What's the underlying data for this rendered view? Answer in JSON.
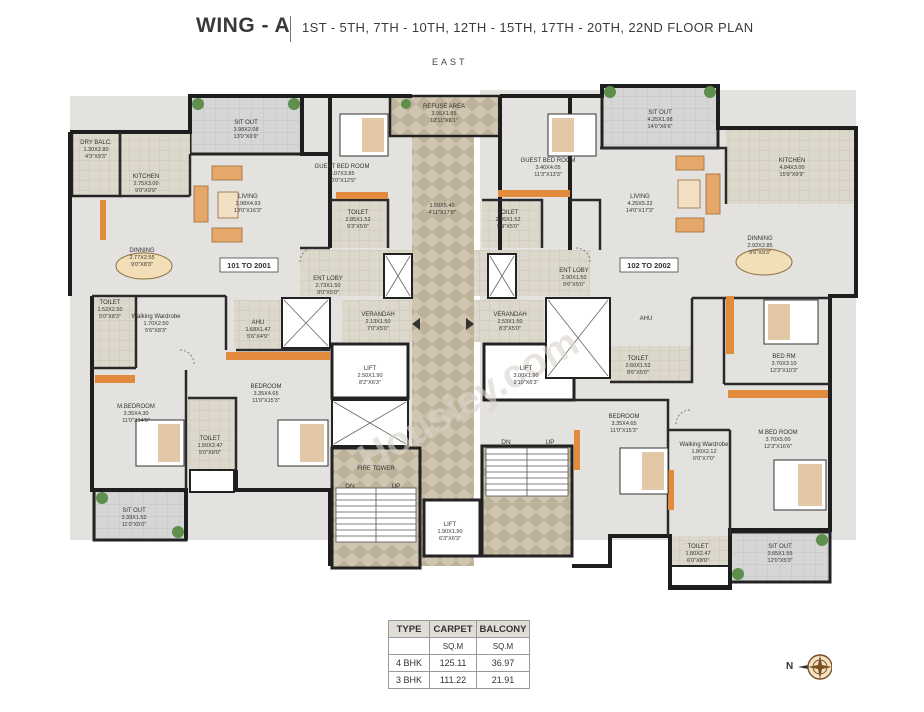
{
  "header": {
    "title": "WING - A",
    "subtitle": "1ST - 5TH, 7TH - 10TH, 12TH - 15TH, 17TH - 20TH, 22ND FLOOR PLAN"
  },
  "orientation": {
    "east_label": "EAST",
    "north_label": "N"
  },
  "watermark": "Housiey.com",
  "unit_tags": {
    "left": "101 TO 2001",
    "right": "102 TO 2002"
  },
  "rooms": {
    "sit_out_tl": {
      "name": "SIT OUT",
      "size": "3.98X2.08",
      "imperial": "13'0\"X6'9\""
    },
    "dry_balc": {
      "name": "DRY BALC.",
      "size": "1.30X2.80",
      "imperial": "4'3\"X9'3\""
    },
    "kitchen_l": {
      "name": "KITCHEN",
      "size": "2.75X3.00",
      "imperial": "9'0\"X9'9\""
    },
    "living_l": {
      "name": "LIVING",
      "size": "3.98X4.93",
      "imperial": "13'0\"X16'3\""
    },
    "guest_l": {
      "name": "GUEST BED ROOM",
      "size": "3.07X3.85",
      "imperial": "10'0\"X12'9\""
    },
    "toilet_gl": {
      "name": "TOILET",
      "size": "2.85X1.52",
      "imperial": "9'3\"X5'0\""
    },
    "refuse": {
      "name": "REFUSE AREA",
      "size": "3.95X1.85",
      "imperial": "12'11\"X6'1\""
    },
    "duct": {
      "name": "",
      "size": "1.50X5.40",
      "imperial": "4'11\"X17'8\""
    },
    "guest_r": {
      "name": "GUEST BED ROOM",
      "size": "3.40X4.05",
      "imperial": "11'3\"X13'3\""
    },
    "toilet_gr": {
      "name": "TOILET",
      "size": "2.95X1.52",
      "imperial": "9'9\"X5'0\""
    },
    "sit_out_tr": {
      "name": "SIT OUT",
      "size": "4.25X1.98",
      "imperial": "14'0\"X6'6\""
    },
    "living_r": {
      "name": "LIVING",
      "size": "4.25X5.22",
      "imperial": "14'0\"X17'3\""
    },
    "kitchen_r": {
      "name": "KITCHEN",
      "size": "4.84X3.00",
      "imperial": "15'9\"X9'9\""
    },
    "dining_l": {
      "name": "DINNING",
      "size": "2.77X2.55",
      "imperial": "9'0\"X8'3\""
    },
    "dining_r": {
      "name": "DINNING",
      "size": "2.92X2.85",
      "imperial": "9'6\"X9'3\""
    },
    "ent_l": {
      "name": "ENT LOBY",
      "size": "2.73X1.50",
      "imperial": "9'0\"X5'0\""
    },
    "ent_r": {
      "name": "ENT LOBY",
      "size": "2.90X1.50",
      "imperial": "9'6\"X5'0\""
    },
    "toilet_wl": {
      "name": "TOILET",
      "size": "1.52X2.50",
      "imperial": "5'0\"X8'3\""
    },
    "walking_l": {
      "name": "Walking Wardrobe",
      "size": "1.70X2.50",
      "imperial": "5'6\"X8'3\""
    },
    "ahu": {
      "name": "AHU",
      "size": "1.68X1.47",
      "imperial": "5'6\"X4'9\""
    },
    "verandah_l": {
      "name": "VERANDAH",
      "size": "2.13X1.50",
      "imperial": "7'0\"X5'0\""
    },
    "verandah_r": {
      "name": "VERANDAH",
      "size": "2.53X1.50",
      "imperial": "8'3\"X5'0\""
    },
    "lift_1": {
      "name": "LIFT",
      "size": "2.50X1.90",
      "imperial": "8'2\"X6'3\""
    },
    "lift_2": {
      "name": "LIFT",
      "size": "3.00X1.90",
      "imperial": "9'10\"X6'3\""
    },
    "lift_3": {
      "name": "LIFT",
      "size": "1.90X1.90",
      "imperial": "6'3\"X6'3\""
    },
    "ahu_r": {
      "name": "AHU",
      "size": "",
      "imperial": ""
    },
    "toilet_cr": {
      "name": "TOILET",
      "size": "2.60X1.52",
      "imperial": "8'6\"X5'0\""
    },
    "bed_rm": {
      "name": "BED RM",
      "size": "3.70X3.10",
      "imperial": "12'3\"X10'3\""
    },
    "mbed_l": {
      "name": "M.BEDROOM",
      "size": "3.35X4.30",
      "imperial": "11'0\"X14'0\""
    },
    "bed_l": {
      "name": "BEDROOM",
      "size": "3.35X4.65",
      "imperial": "11'0\"X15'3\""
    },
    "toilet_bl": {
      "name": "TOILET",
      "size": "1.50X2.47",
      "imperial": "5'0\"X8'0\""
    },
    "fire": {
      "name": "FIRE TOWER",
      "size": "",
      "imperial": ""
    },
    "bed_r": {
      "name": "BEDROOM",
      "size": "3.35X4.65",
      "imperial": "11'0\"X15'3\""
    },
    "walking_r": {
      "name": "Walking Wardrobe",
      "size": "1.80X2.12",
      "imperial": "6'0\"X7'0\""
    },
    "mbed_r": {
      "name": "M.BED ROOM",
      "size": "3.70X5.00",
      "imperial": "12'3\"X16'6\""
    },
    "toilet_br": {
      "name": "TOILET",
      "size": "1.80X2.47",
      "imperial": "6'0\"X8'0\""
    },
    "sit_out_bl": {
      "name": "SIT OUT",
      "size": "3.39X1.52",
      "imperial": "11'0\"X5'0\""
    },
    "sit_out_br": {
      "name": "SIT OUT",
      "size": "3.65X1.55",
      "imperial": "12'0\"X5'0\""
    }
  },
  "stairs": {
    "dn": "DN",
    "up": "UP"
  },
  "area_table": {
    "headers": [
      "TYPE",
      "CARPET",
      "BALCONY"
    ],
    "units": [
      "",
      "SQ.M",
      "SQ.M"
    ],
    "rows": [
      [
        "4 BHK",
        "125.11",
        "36.97"
      ],
      [
        "3 BHK",
        "111.22",
        "21.91"
      ]
    ]
  }
}
